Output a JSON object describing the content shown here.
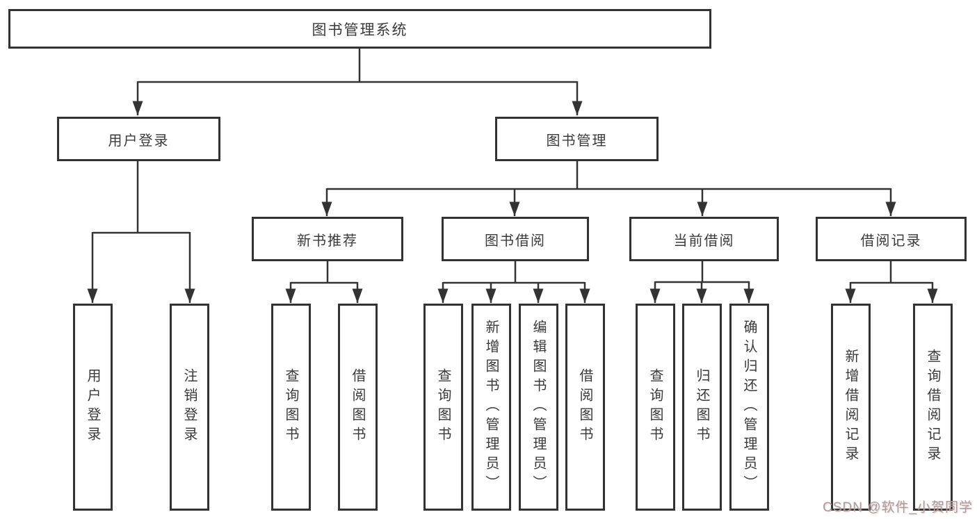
{
  "tree": {
    "root": {
      "label": "图书管理系统",
      "children": [
        {
          "label": "用户登录",
          "children": [
            {
              "label": "用户登录"
            },
            {
              "label": "注销登录"
            }
          ]
        },
        {
          "label": "图书管理",
          "children": [
            {
              "label": "新书推荐",
              "children": [
                {
                  "label": "查询图书"
                },
                {
                  "label": "借阅图书"
                }
              ]
            },
            {
              "label": "图书借阅",
              "children": [
                {
                  "label": "查询图书"
                },
                {
                  "label": "新增图书（管理员）"
                },
                {
                  "label": "编辑图书（管理员）"
                },
                {
                  "label": "借阅图书"
                }
              ]
            },
            {
              "label": "当前借阅",
              "children": [
                {
                  "label": "查询图书"
                },
                {
                  "label": "归还图书"
                },
                {
                  "label": "确认归还（管理员）"
                }
              ]
            },
            {
              "label": "借阅记录",
              "children": [
                {
                  "label": "新增借阅记录"
                },
                {
                  "label": "查询借阅记录"
                }
              ]
            }
          ]
        }
      ]
    }
  },
  "watermark": {
    "text": "CSDN @软件_小贺同学"
  },
  "colors": {
    "line": "#333333",
    "box_border": "#333333",
    "box_fill": "#ffffff",
    "text": "#3a3a3a",
    "watermark": "#a3a3a3",
    "background": "#ffffff"
  }
}
